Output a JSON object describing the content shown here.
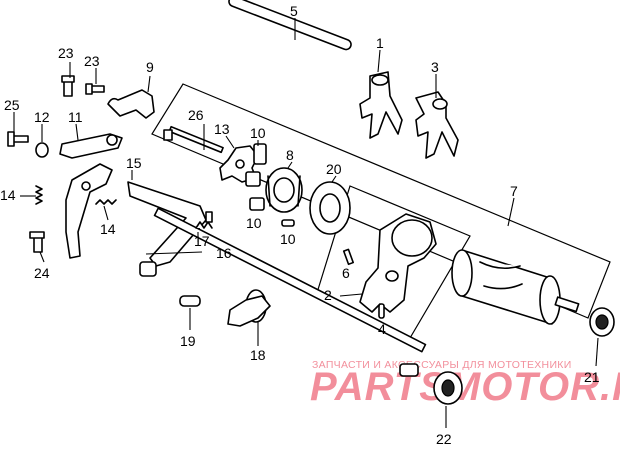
{
  "labels": {
    "p1": "1",
    "p2": "2",
    "p3": "3",
    "p4": "4",
    "p5": "5",
    "p6": "6",
    "p7": "7",
    "p8": "8",
    "p9": "9",
    "p10a": "10",
    "p10b": "10",
    "p10c": "10",
    "p11": "11",
    "p12": "12",
    "p13": "13",
    "p14a": "14",
    "p14b": "14",
    "p15": "15",
    "p16": "16",
    "p17": "17",
    "p18": "18",
    "p19": "19",
    "p20": "20",
    "p21": "21",
    "p22": "22",
    "p23a": "23",
    "p23b": "23",
    "p24": "24",
    "p25": "25",
    "p26": "26"
  },
  "watermark": {
    "caption": "ЗАПЧАСТИ И АКСЕССУАРЫ ДЛЯ МОТОТЕХНИКИ",
    "brand": "PARTSMOTOR.RU",
    "color": "#e8334a"
  }
}
